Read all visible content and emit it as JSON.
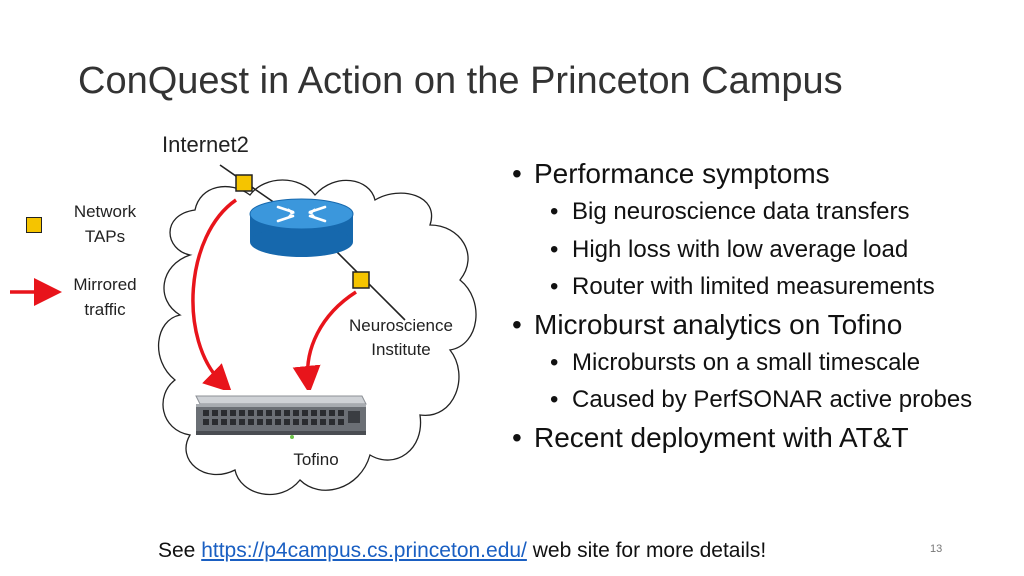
{
  "slide": {
    "title": "ConQuest in Action on the Princeton Campus",
    "page_number": "13"
  },
  "diagram": {
    "internet2_label": "Internet2",
    "legend": {
      "taps": [
        "Network",
        "TAPs"
      ],
      "mirrored": [
        "Mirrored",
        "traffic"
      ]
    },
    "neuroscience_label": [
      "Neuroscience",
      "Institute"
    ],
    "tofino_label": "Tofino",
    "icons": [
      "network-tap-icon",
      "router-icon",
      "tofino-switch-icon",
      "cloud-shape",
      "red-arrow-icon"
    ],
    "colors": {
      "tap": "#f5c400",
      "mirrored_arrow": "#e8141b",
      "router": "#1f7fc8"
    }
  },
  "bullets": [
    {
      "level": 1,
      "text": "Performance symptoms"
    },
    {
      "level": 2,
      "text": "Big neuroscience data transfers"
    },
    {
      "level": 2,
      "text": "High loss with low average load"
    },
    {
      "level": 2,
      "text": "Router with limited measurements"
    },
    {
      "level": 1,
      "text": "Microburst analytics on Tofino"
    },
    {
      "level": 2,
      "text": "Microbursts on a small timescale"
    },
    {
      "level": 2,
      "text": "Caused by PerfSONAR active probes"
    },
    {
      "level": 1,
      "text": "Recent deployment with AT&T"
    }
  ],
  "footer": {
    "prefix": "See ",
    "link": "https://p4campus.cs.princeton.edu/",
    "suffix": " web site for more details!"
  }
}
